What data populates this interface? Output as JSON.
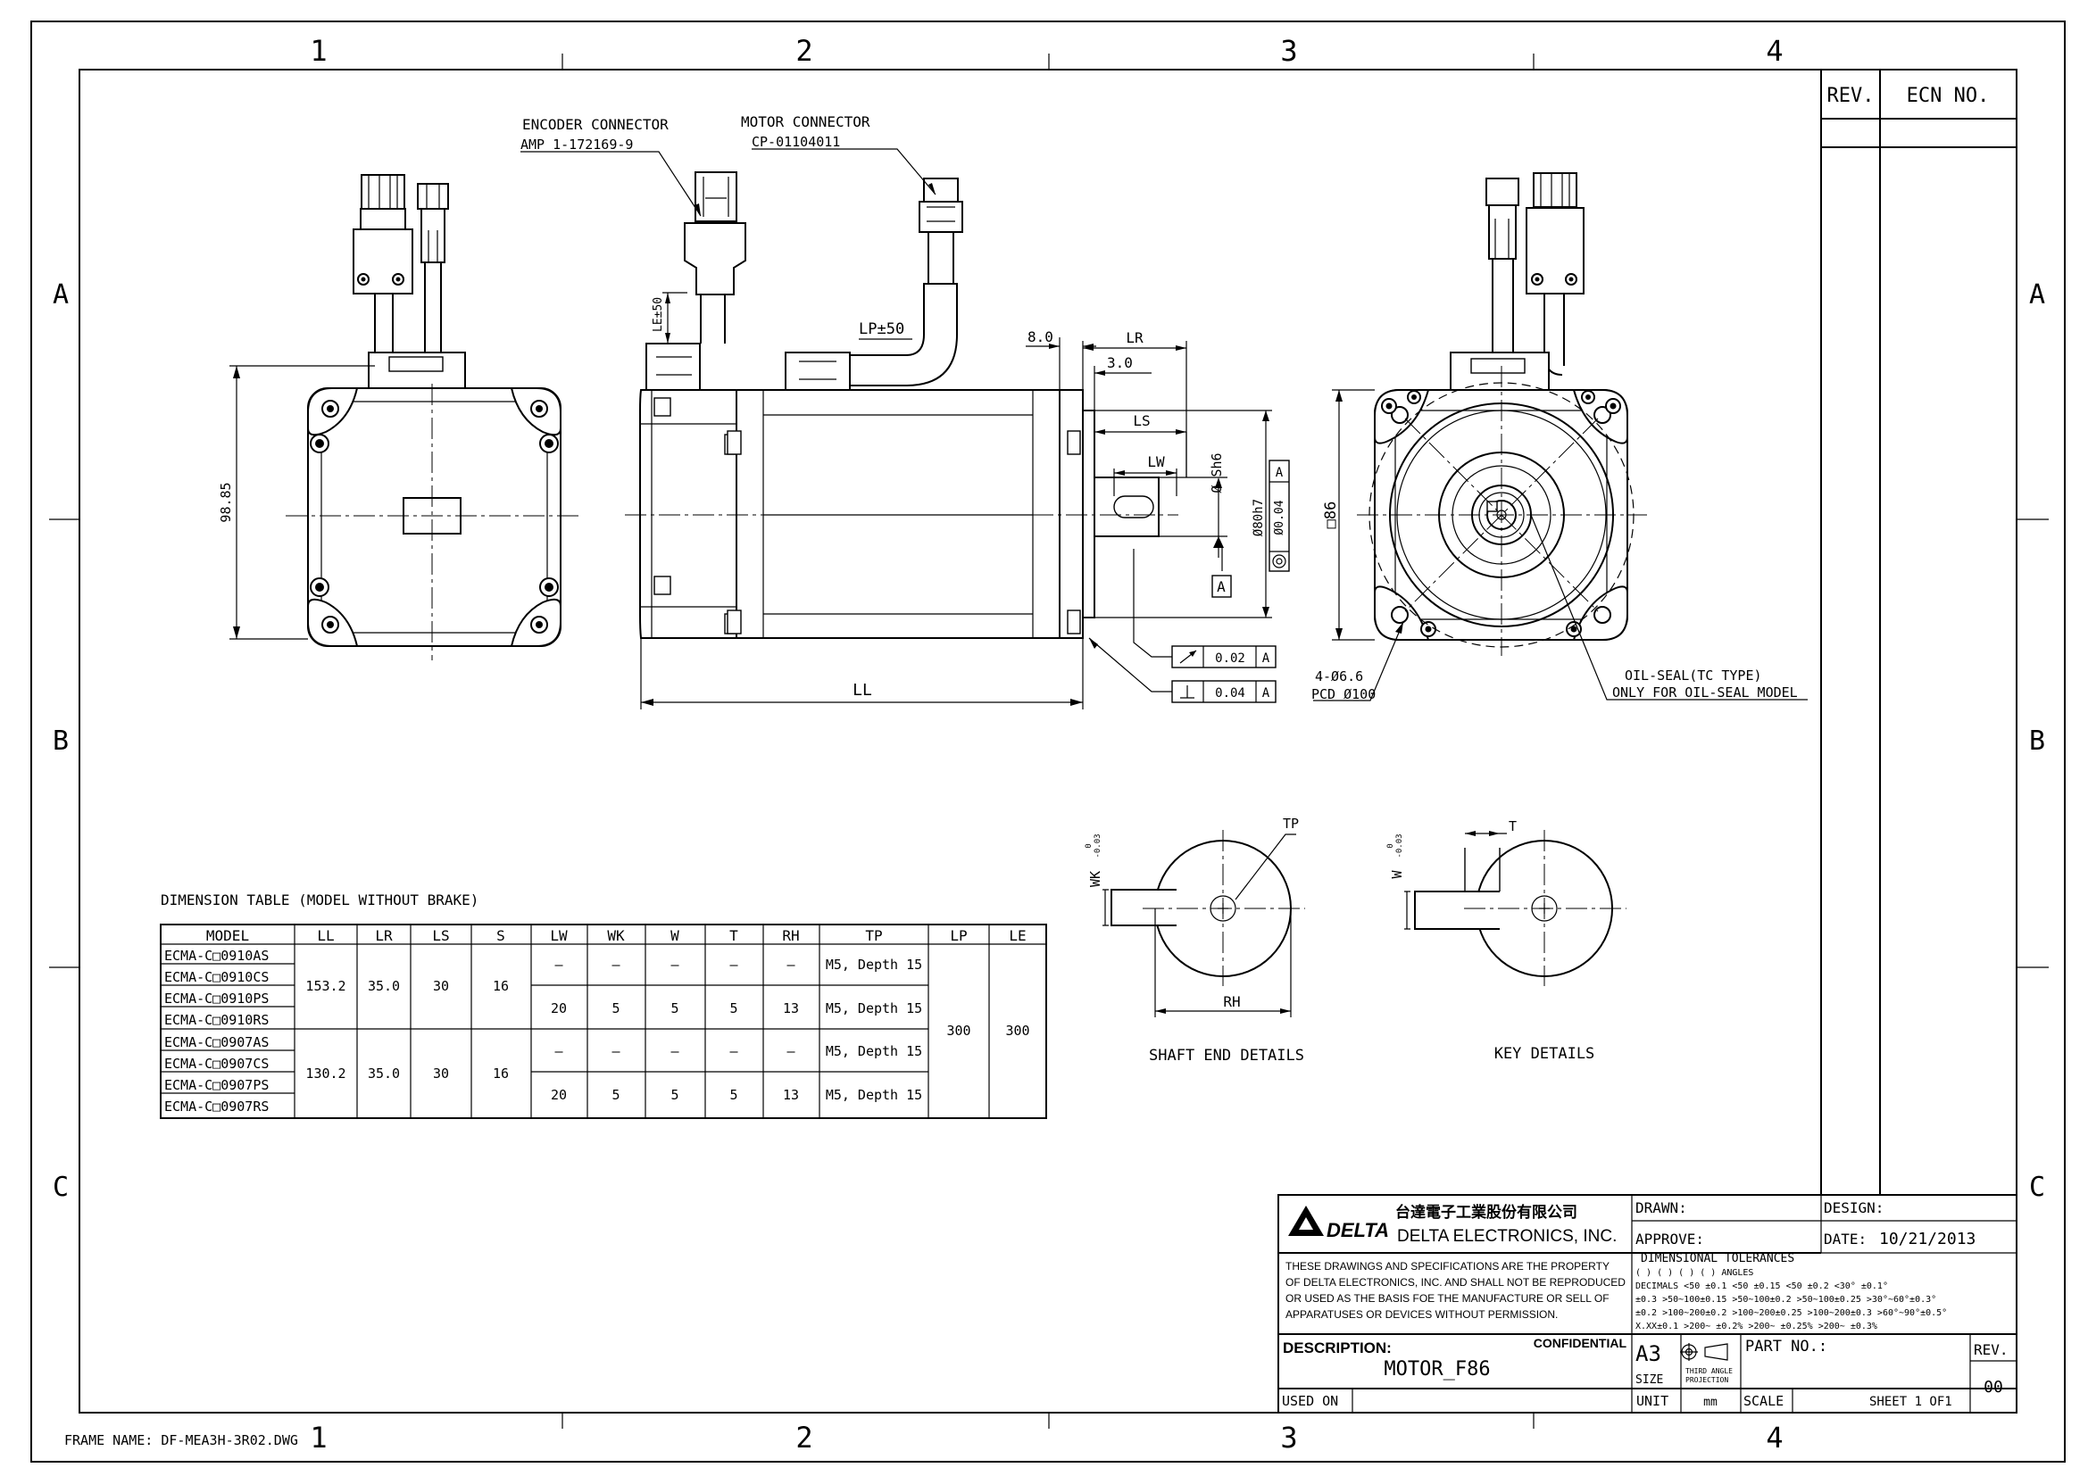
{
  "border": {
    "col_labels": [
      "1",
      "2",
      "3",
      "4"
    ],
    "row_labels": [
      "A",
      "B",
      "C"
    ],
    "frame_name": "FRAME NAME: DF-MEA3H-3R02.DWG"
  },
  "revision_block": {
    "rev_header": "REV.",
    "ecn_header": "ECN NO."
  },
  "callouts": {
    "encoder_connector": "ENCODER CONNECTOR",
    "encoder_part": "AMP 1-172169-9",
    "motor_connector": "MOTOR CONNECTOR",
    "motor_part": "CP-01104011",
    "oil_seal_1": "OIL-SEAL(TC TYPE)",
    "oil_seal_2": "ONLY FOR OIL-SEAL MODEL"
  },
  "dimensions": {
    "height": "98.85",
    "le": "LE±50",
    "lp": "LP±50",
    "flange": "8.0",
    "lr": "LR",
    "step": "3.0",
    "ls": "LS",
    "lw": "LW",
    "shaft_dia": "Ø Sh6",
    "pilot_dia": "Ø80h7",
    "concentric": "Ø0.04",
    "datum": "A",
    "ll": "LL",
    "runout": "0.02",
    "perp": "0.04",
    "square": "□86",
    "holes": "4-Ø6.6",
    "pcd": "PCD Ø100"
  },
  "details": {
    "tp": "TP",
    "wk": "WK",
    "wk_tol_top": "0",
    "wk_tol_bot": "-0.03",
    "rh": "RH",
    "shaft_end_title": "SHAFT END DETAILS",
    "t": "T",
    "w": "W",
    "w_tol_top": "0",
    "w_tol_bot": "-0.03",
    "key_title": "KEY DETAILS"
  },
  "table": {
    "title": "DIMENSION TABLE (MODEL WITHOUT  BRAKE)",
    "headers": [
      "MODEL",
      "LL",
      "LR",
      "LS",
      "S",
      "LW",
      "WK",
      "W",
      "T",
      "RH",
      "TP",
      "LP",
      "LE"
    ],
    "models": [
      "ECMA-C□0910AS",
      "ECMA-C□0910CS",
      "ECMA-C□0910PS",
      "ECMA-C□0910RS",
      "ECMA-C□0907AS",
      "ECMA-C□0907CS",
      "ECMA-C□0907PS",
      "ECMA-C□0907RS"
    ],
    "groups": [
      {
        "ll": "153.2",
        "lr": "35.0",
        "ls": "30",
        "s": "16",
        "rows": [
          {
            "lw": "—",
            "wk": "—",
            "w": "—",
            "t": "—",
            "rh": "—",
            "tp": "M5, Depth 15"
          },
          {
            "lw": "20",
            "wk": "5",
            "w": "5",
            "t": "5",
            "rh": "13",
            "tp": "M5, Depth 15"
          }
        ]
      },
      {
        "ll": "130.2",
        "lr": "35.0",
        "ls": "30",
        "s": "16",
        "rows": [
          {
            "lw": "—",
            "wk": "—",
            "w": "—",
            "t": "—",
            "rh": "—",
            "tp": "M5, Depth 15"
          },
          {
            "lw": "20",
            "wk": "5",
            "w": "5",
            "t": "5",
            "rh": "13",
            "tp": "M5, Depth 15"
          }
        ]
      }
    ],
    "lp": "300",
    "le": "300"
  },
  "title_block": {
    "company_cn": "台達電子工業股份有限公司",
    "brand": "DELTA",
    "company_en": "DELTA ELECTRONICS, INC.",
    "drawn": "DRAWN:",
    "approve": "APPROVE:",
    "design": "DESIGN:",
    "date_label": "DATE:",
    "date": "10/21/2013",
    "notice": [
      "THESE DRAWINGS AND SPECIFICATIONS ARE THE PROPERTY",
      "OF DELTA ELECTRONICS, INC. AND SHALL NOT BE REPRODUCED",
      "OR USED AS THE BASIS FOE THE MANUFACTURE OR SELL OF",
      "APPARATUSES OR DEVICES WITHOUT PERMISSION."
    ],
    "tol_title": "DIMENSIONAL  TOLERANCES",
    "tol_rows": [
      "(  )  (  )           (  )          (  )            ANGLES",
      "DECIMALS <50   ±0.1  <50   ±0.15  <50   ±0.2  <30°  ±0.1°",
      "  ±0.3 >50~100±0.15 >50~100±0.2  >50~100±0.25 >30°~60°±0.3°",
      "  ±0.2 >100~200±0.2 >100~200±0.25 >100~200±0.3 >60°~90°±0.5°",
      "X.XX±0.1 >200~ ±0.2%  >200~  ±0.25% >200~  ±0.3%"
    ],
    "description_label": "DESCRIPTION:",
    "confidential": "CONFIDENTIAL",
    "description": "MOTOR_F86",
    "size": "A3",
    "size_label": "SIZE",
    "projection": "THIRD ANGLE",
    "projection2": "PROJECTION",
    "part_no": "PART  NO.:",
    "rev_label": "REV.",
    "rev_value": "00",
    "used_on": "USED ON",
    "unit_label": "UNIT",
    "unit": "mm",
    "scale": "SCALE",
    "sheet": "SHEET  1  OF1"
  }
}
